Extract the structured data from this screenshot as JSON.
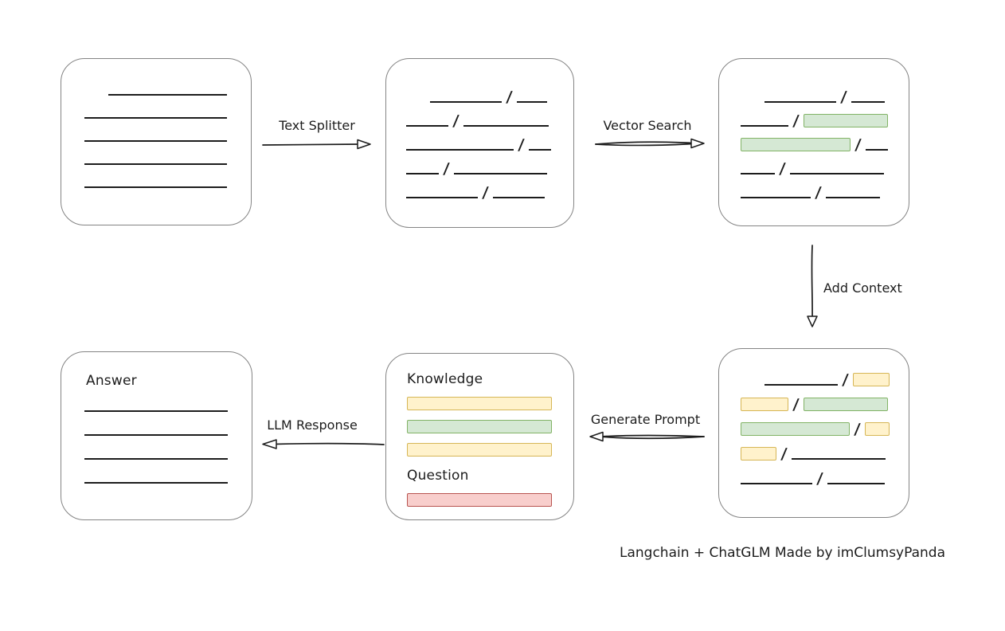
{
  "caption": {
    "text": "Langchain + ChatGLM Made by imClumsyPanda"
  },
  "colors": {
    "ink": "#1c1c1c",
    "box_border": "#848484",
    "green_fill": "#d5e8d4",
    "green_border": "#82b366",
    "yellow_fill": "#fff2cc",
    "yellow_border": "#d6b656",
    "red_fill": "#f8cecc",
    "red_border": "#b85450"
  },
  "arrows": {
    "text_splitter": {
      "label": "Text Splitter",
      "direction": "right"
    },
    "vector_search": {
      "label": "Vector Search",
      "direction": "right"
    },
    "add_context": {
      "label": "Add Context",
      "direction": "down"
    },
    "generate_prompt": {
      "label": "Generate Prompt",
      "direction": "left"
    },
    "llm_response": {
      "label": "LLM Response",
      "direction": "left"
    }
  },
  "boxes": {
    "source_document": {
      "lines": [
        {
          "w": 149,
          "indent": 30
        },
        {
          "w": 179
        },
        {
          "w": 179
        },
        {
          "w": 179
        },
        {
          "w": 179
        }
      ]
    },
    "split_document": {
      "rows": [
        {
          "indent": 30,
          "segs": [
            {
              "t": "line",
              "w": 90
            },
            {
              "t": "slash"
            },
            {
              "t": "line",
              "w": 38
            }
          ]
        },
        {
          "segs": [
            {
              "t": "line",
              "w": 53
            },
            {
              "t": "slash"
            },
            {
              "t": "line",
              "w": 107
            }
          ]
        },
        {
          "segs": [
            {
              "t": "line",
              "w": 135
            },
            {
              "t": "slash"
            },
            {
              "t": "line",
              "w": 28
            }
          ]
        },
        {
          "segs": [
            {
              "t": "line",
              "w": 41
            },
            {
              "t": "slash"
            },
            {
              "t": "line",
              "w": 117
            }
          ]
        },
        {
          "segs": [
            {
              "t": "line",
              "w": 90
            },
            {
              "t": "slash"
            },
            {
              "t": "line",
              "w": 65
            }
          ]
        }
      ]
    },
    "vector_document": {
      "rows": [
        {
          "indent": 30,
          "segs": [
            {
              "t": "line",
              "w": 90
            },
            {
              "t": "slash"
            },
            {
              "t": "line",
              "w": 42
            }
          ]
        },
        {
          "segs": [
            {
              "t": "line",
              "w": 60
            },
            {
              "t": "slash"
            },
            {
              "t": "chip",
              "c": "green",
              "w": 106
            }
          ]
        },
        {
          "segs": [
            {
              "t": "chip",
              "c": "green",
              "w": 138
            },
            {
              "t": "slash"
            },
            {
              "t": "line",
              "w": 28
            }
          ]
        },
        {
          "segs": [
            {
              "t": "line",
              "w": 43
            },
            {
              "t": "slash"
            },
            {
              "t": "line",
              "w": 118
            }
          ]
        },
        {
          "segs": [
            {
              "t": "line",
              "w": 88
            },
            {
              "t": "slash"
            },
            {
              "t": "line",
              "w": 68
            }
          ]
        }
      ]
    },
    "context_document": {
      "rows": [
        {
          "indent": 30,
          "segs": [
            {
              "t": "line",
              "w": 93
            },
            {
              "t": "slash"
            },
            {
              "t": "chip",
              "c": "yellow",
              "w": 47
            }
          ]
        },
        {
          "segs": [
            {
              "t": "chip",
              "c": "yellow",
              "w": 60
            },
            {
              "t": "slash"
            },
            {
              "t": "chip",
              "c": "green",
              "w": 106
            }
          ]
        },
        {
          "segs": [
            {
              "t": "chip",
              "c": "green",
              "w": 138
            },
            {
              "t": "slash"
            },
            {
              "t": "chip",
              "c": "yellow",
              "w": 31
            }
          ]
        },
        {
          "segs": [
            {
              "t": "chip",
              "c": "yellow",
              "w": 45
            },
            {
              "t": "slash"
            },
            {
              "t": "line",
              "w": 118
            }
          ]
        },
        {
          "segs": [
            {
              "t": "line",
              "w": 90
            },
            {
              "t": "slash"
            },
            {
              "t": "line",
              "w": 72
            }
          ]
        }
      ]
    },
    "prompt": {
      "knowledge_label": "Knowledge",
      "question_label": "Question",
      "knowledge_bars": [
        "yellow",
        "green",
        "yellow"
      ],
      "question_bars": [
        "red"
      ]
    },
    "answer": {
      "label": "Answer",
      "lines": [
        {
          "w": 180
        },
        {
          "w": 180
        },
        {
          "w": 180
        },
        {
          "w": 180
        }
      ]
    }
  }
}
